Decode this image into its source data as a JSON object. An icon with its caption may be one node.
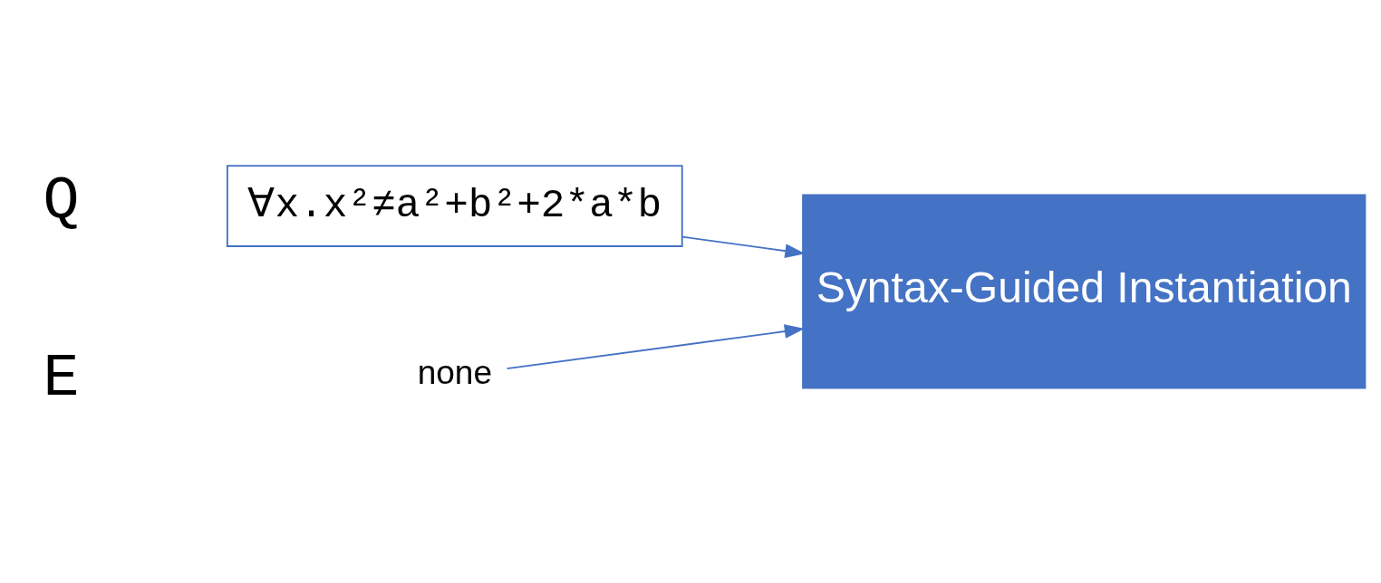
{
  "diagram": {
    "nodes": [
      {
        "text": [
          "none"
        ]
      },
      {
        "text": [
          "Syntax-Guided Instantiation"
        ]
      },
      {
        "text": [
          "∀x.x²≠a²+b²+2*a*b"
        ]
      }
    ],
    "edges": [
      {
        "from": 0,
        "to": 1,
        "arrow": "to"
      },
      {
        "from": 2,
        "to": 1,
        "arrow": "to"
      }
    ],
    "labels": [
      "E",
      "Q"
    ]
  }
}
